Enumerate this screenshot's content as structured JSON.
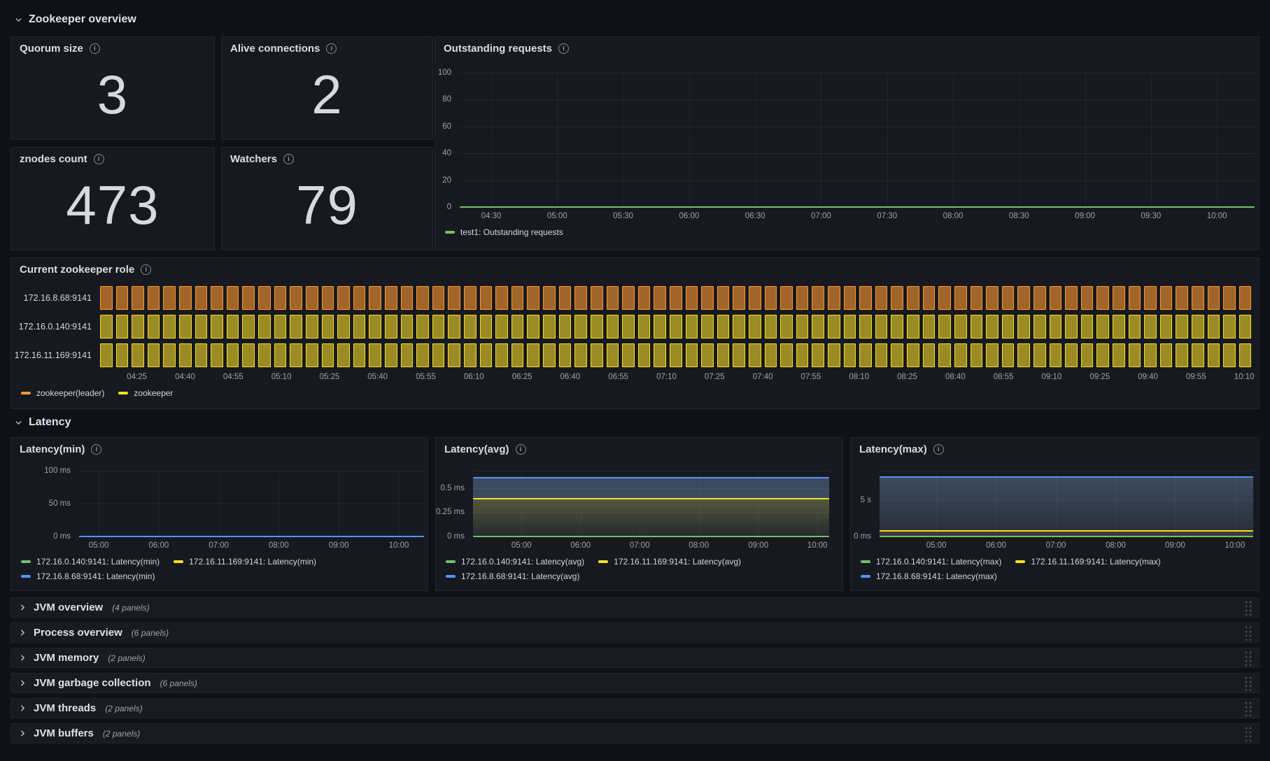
{
  "sections": {
    "zookeeper": {
      "title": "Zookeeper overview"
    },
    "latency": {
      "title": "Latency"
    }
  },
  "stats": [
    {
      "title": "Quorum size",
      "value": "3"
    },
    {
      "title": "Alive connections",
      "value": "2"
    },
    {
      "title": "znodes count",
      "value": "473"
    },
    {
      "title": "Watchers",
      "value": "79"
    }
  ],
  "colors": {
    "green": "#73bf69",
    "yellow": "#fade2a",
    "blue": "#5794f2",
    "orange": "#ff9830"
  },
  "chart_data": [
    {
      "id": "outstanding",
      "type": "line",
      "title": "Outstanding requests",
      "ylim": [
        0,
        100
      ],
      "yticks": [
        {
          "value": 100,
          "label": "100"
        },
        {
          "value": 80,
          "label": "80"
        },
        {
          "value": 60,
          "label": "60"
        },
        {
          "value": 40,
          "label": "40"
        },
        {
          "value": 20,
          "label": "20"
        },
        {
          "value": 0,
          "label": "0"
        }
      ],
      "xticks": [
        "04:30",
        "05:00",
        "05:30",
        "06:00",
        "06:30",
        "07:00",
        "07:30",
        "08:00",
        "08:30",
        "09:00",
        "09:30",
        "10:00"
      ],
      "series": [
        {
          "name": "test1: Outstanding requests",
          "color": "#73bf69",
          "value": 0
        }
      ],
      "grid": true,
      "legend_position": "bottom"
    },
    {
      "id": "role",
      "type": "state-timeline",
      "title": "Current zookeeper role",
      "rows": [
        {
          "label": "172.16.8.68:9141",
          "state": "zookeeper(leader)"
        },
        {
          "label": "172.16.0.140:9141",
          "state": "zookeeper"
        },
        {
          "label": "172.16.11.169:9141",
          "state": "zookeeper"
        }
      ],
      "segments": 73,
      "states": {
        "zookeeper(leader)": {
          "border": "#ff9830",
          "fill": "rgba(255,152,48,0.60)"
        },
        "zookeeper": {
          "border": "#fade2a",
          "fill": "rgba(250,222,42,0.58)"
        }
      },
      "xticks": [
        "04:25",
        "04:40",
        "04:55",
        "05:10",
        "05:25",
        "05:40",
        "05:55",
        "06:10",
        "06:25",
        "06:40",
        "06:55",
        "07:10",
        "07:25",
        "07:40",
        "07:55",
        "08:10",
        "08:25",
        "08:40",
        "08:55",
        "09:10",
        "09:25",
        "09:40",
        "09:55",
        "10:10"
      ],
      "legend": [
        "zookeeper(leader)",
        "zookeeper"
      ]
    },
    {
      "id": "latency_min",
      "type": "line",
      "title": "Latency(min)",
      "ylim": [
        0,
        100
      ],
      "unit": "ms",
      "yticks": [
        {
          "value": 100,
          "label": "100 ms"
        },
        {
          "value": 50,
          "label": "50 ms"
        },
        {
          "value": 0,
          "label": "0 ms"
        }
      ],
      "xticks": [
        "05:00",
        "06:00",
        "07:00",
        "08:00",
        "09:00",
        "10:00"
      ],
      "series": [
        {
          "name": "172.16.0.140:9141: Latency(min)",
          "color": "#73bf69",
          "value": 0
        },
        {
          "name": "172.16.11.169:9141: Latency(min)",
          "color": "#fade2a",
          "value": 0
        },
        {
          "name": "172.16.8.68:9141: Latency(min)",
          "color": "#5794f2",
          "value": 0
        }
      ],
      "grid": true,
      "legend_position": "bottom"
    },
    {
      "id": "latency_avg",
      "type": "area",
      "title": "Latency(avg)",
      "ylim": [
        0,
        0.68
      ],
      "unit": "ms",
      "frame_top": true,
      "yticks": [
        {
          "value": 0.5,
          "label": "0.5 ms"
        },
        {
          "value": 0.25,
          "label": "0.25 ms"
        },
        {
          "value": 0,
          "label": "0 ms"
        }
      ],
      "xticks": [
        "05:00",
        "06:00",
        "07:00",
        "08:00",
        "09:00",
        "10:00"
      ],
      "series": [
        {
          "name": "172.16.0.140:9141: Latency(avg)",
          "color": "#73bf69",
          "value": 0
        },
        {
          "name": "172.16.11.169:9141: Latency(avg)",
          "color": "#fade2a",
          "value": 0.39
        },
        {
          "name": "172.16.8.68:9141: Latency(avg)",
          "color": "#5794f2",
          "value": 0.61
        }
      ],
      "areas": [
        {
          "top": 0.61,
          "bottom": 0.39,
          "color": "#3b4a5f"
        },
        {
          "top": 0.39,
          "bottom": 0,
          "color": "linear-gradient(180deg,#54583d 0%,#26292e 100%)"
        }
      ],
      "grid": true,
      "legend_position": "bottom"
    },
    {
      "id": "latency_max",
      "type": "area",
      "title": "Latency(max)",
      "ylim": [
        0,
        9
      ],
      "unit": "s",
      "frame_top": true,
      "yticks": [
        {
          "value": 5,
          "label": "5 s"
        },
        {
          "value": 0,
          "label": "0 ms"
        }
      ],
      "xticks": [
        "05:00",
        "06:00",
        "07:00",
        "08:00",
        "09:00",
        "10:00"
      ],
      "series": [
        {
          "name": "172.16.0.140:9141: Latency(max)",
          "color": "#73bf69",
          "value": 0
        },
        {
          "name": "172.16.11.169:9141: Latency(max)",
          "color": "#fade2a",
          "value": 0.75
        },
        {
          "name": "172.16.8.68:9141: Latency(max)",
          "color": "#5794f2",
          "value": 8.1
        }
      ],
      "areas": [
        {
          "top": 8.1,
          "bottom": 0,
          "color": "linear-gradient(180deg,#3d4a60 0%,#282d37 100%)"
        },
        {
          "top": 0.75,
          "bottom": 0,
          "color": "rgba(250,222,42,0.08)"
        }
      ],
      "grid": true,
      "legend_position": "bottom"
    }
  ],
  "collapsed_rows": [
    {
      "title": "JVM overview",
      "count": "(4 panels)"
    },
    {
      "title": "Process overview",
      "count": "(6 panels)"
    },
    {
      "title": "JVM memory",
      "count": "(2 panels)"
    },
    {
      "title": "JVM garbage collection",
      "count": "(6 panels)"
    },
    {
      "title": "JVM threads",
      "count": "(2 panels)"
    },
    {
      "title": "JVM buffers",
      "count": "(2 panels)"
    }
  ]
}
